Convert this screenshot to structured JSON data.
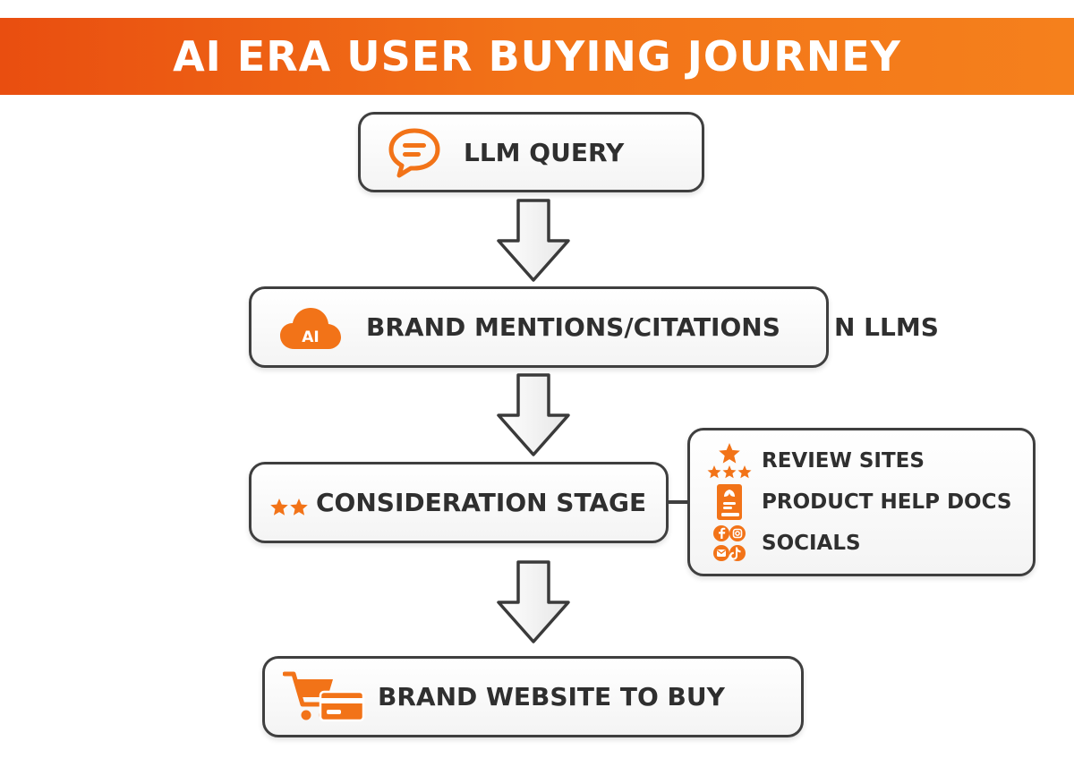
{
  "header": {
    "title": "AI ERA USER BUYING JOURNEY"
  },
  "steps": [
    {
      "label": "LLM QUERY",
      "icon": "chat-bubble-icon"
    },
    {
      "label": "BRAND MENTIONS/CITATIONS",
      "icon": "ai-cloud-icon",
      "icon_text": "AI",
      "trailing_text": "N LLMS"
    },
    {
      "label": "CONSIDERATION STAGE",
      "icon": "two-stars-icon"
    },
    {
      "label": "BRAND WEBSITE TO BUY",
      "icon": "cart-card-icon"
    }
  ],
  "consideration_sources": [
    {
      "label": "REVIEW SITES",
      "icon": "star-rating-icon"
    },
    {
      "label": "PRODUCT HELP DOCS",
      "icon": "book-icon"
    },
    {
      "label": "SOCIALS",
      "icon": "social-icons-icon"
    }
  ],
  "colors": {
    "accent": "#f27318",
    "header_start": "#e94e10",
    "text": "#2f2f2f",
    "border": "#3f3f3f"
  }
}
